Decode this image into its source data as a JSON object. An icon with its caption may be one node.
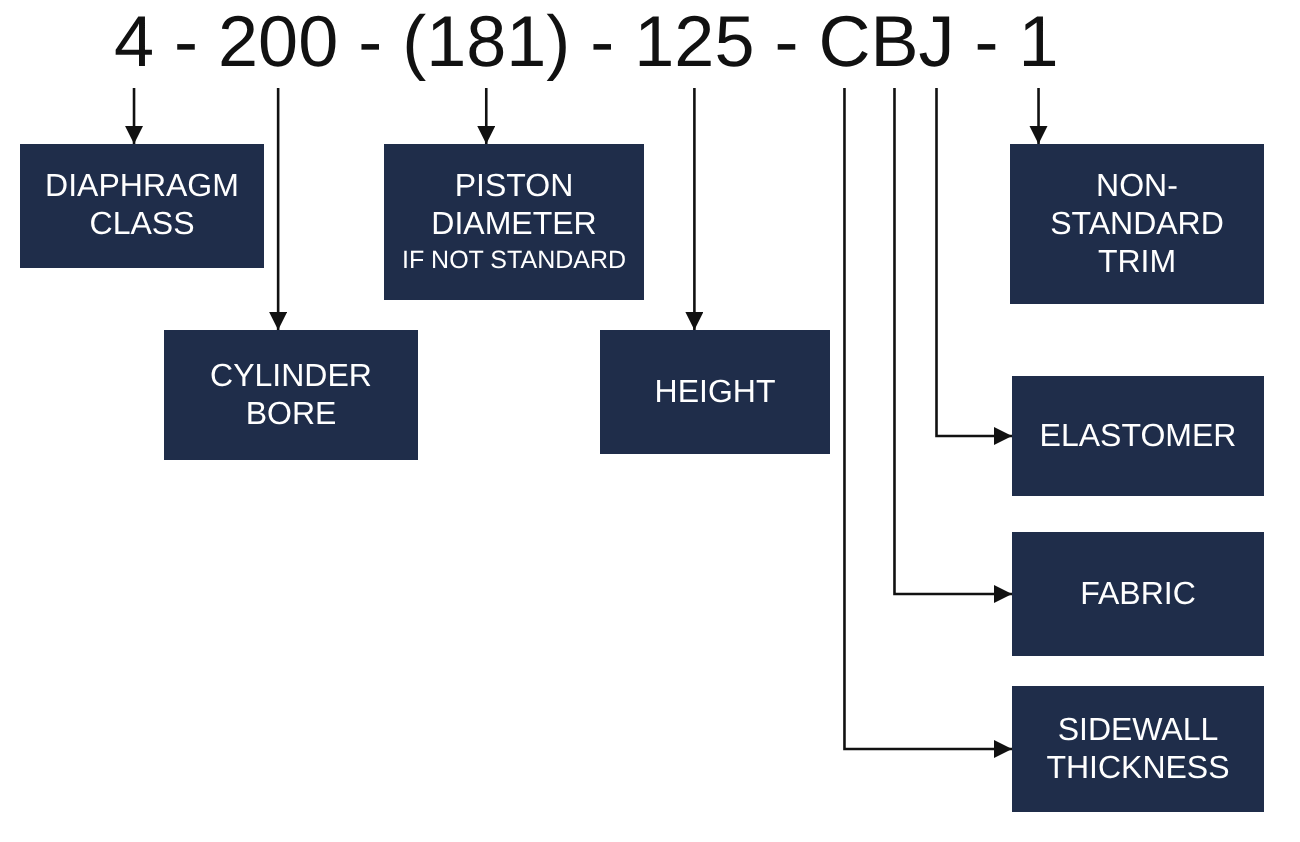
{
  "diagram": {
    "nodes": [
      {
        "text": [
          "4"
        ]
      },
      {
        "text": [
          "200"
        ]
      },
      {
        "text": [
          "(181)"
        ]
      },
      {
        "text": [
          "125"
        ]
      },
      {
        "text": [
          "C"
        ]
      },
      {
        "text": [
          "B"
        ]
      },
      {
        "text": [
          "J"
        ]
      },
      {
        "text": [
          "1"
        ]
      },
      {
        "text": [
          "DIAPHRAGM CLASS"
        ]
      },
      {
        "text": [
          "CYLINDER BORE"
        ]
      },
      {
        "text": [
          "PISTON DIAMETER",
          "IF NOT STANDARD"
        ]
      },
      {
        "text": [
          "HEIGHT"
        ]
      },
      {
        "text": [
          "NON-STANDARD TRIM"
        ]
      },
      {
        "text": [
          "ELASTOMER"
        ]
      },
      {
        "text": [
          "FABRIC"
        ]
      },
      {
        "text": [
          "SIDEWALL THICKNESS"
        ]
      }
    ],
    "edges": [
      {
        "from": 0,
        "to": 8,
        "arrow": "to"
      },
      {
        "from": 1,
        "to": 9,
        "arrow": "to"
      },
      {
        "from": 2,
        "to": 10,
        "arrow": "to"
      },
      {
        "from": 3,
        "to": 11,
        "arrow": "to"
      },
      {
        "from": 7,
        "to": 12,
        "arrow": "to"
      },
      {
        "from": 6,
        "to": 13,
        "arrow": "to"
      },
      {
        "from": 5,
        "to": 14,
        "arrow": "to"
      },
      {
        "from": 4,
        "to": 15,
        "arrow": "to"
      }
    ],
    "labels": [
      "-",
      "-",
      "-",
      "-",
      "-"
    ]
  }
}
